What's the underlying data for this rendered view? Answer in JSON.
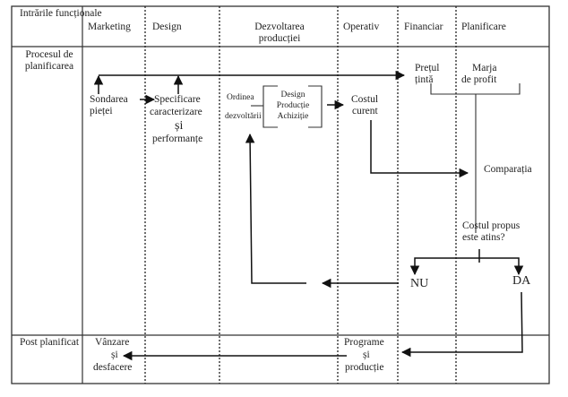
{
  "header": {
    "corner_label": "Intrările funcționale",
    "columns": [
      "Marketing",
      "Design",
      "Dezvoltarea producției",
      "Operativ",
      "Financiar",
      "Planificare"
    ]
  },
  "rows": {
    "planning": "Procesul de planificarea",
    "post": "Post planificat"
  },
  "nodes": {
    "sondarea": "Sondarea pieței",
    "specificare_1": "Specificare",
    "specificare_2": "caracterizare",
    "specificare_3": "și",
    "specificare_4": "performanțe",
    "ordinea_1": "Ordinea",
    "ordinea_2": "dezvoltării",
    "box_1": "Design",
    "box_2": "Producție",
    "box_3": "Achiziție",
    "costul_curent_1": "Costul",
    "costul_curent_2": "curent",
    "pretul_1": "Prețul",
    "pretul_2": "țintă",
    "marja_1": "Marja",
    "marja_2": "de profit",
    "comparatia": "Comparația",
    "question_1": "Costul propus",
    "question_2": "este atins?",
    "nu": "NU",
    "da": "DA",
    "vanzare_1": "Vânzare",
    "vanzare_2": "și",
    "vanzare_3": "desfacere",
    "programe_1": "Programe",
    "programe_2": "și",
    "programe_3": "producție"
  }
}
